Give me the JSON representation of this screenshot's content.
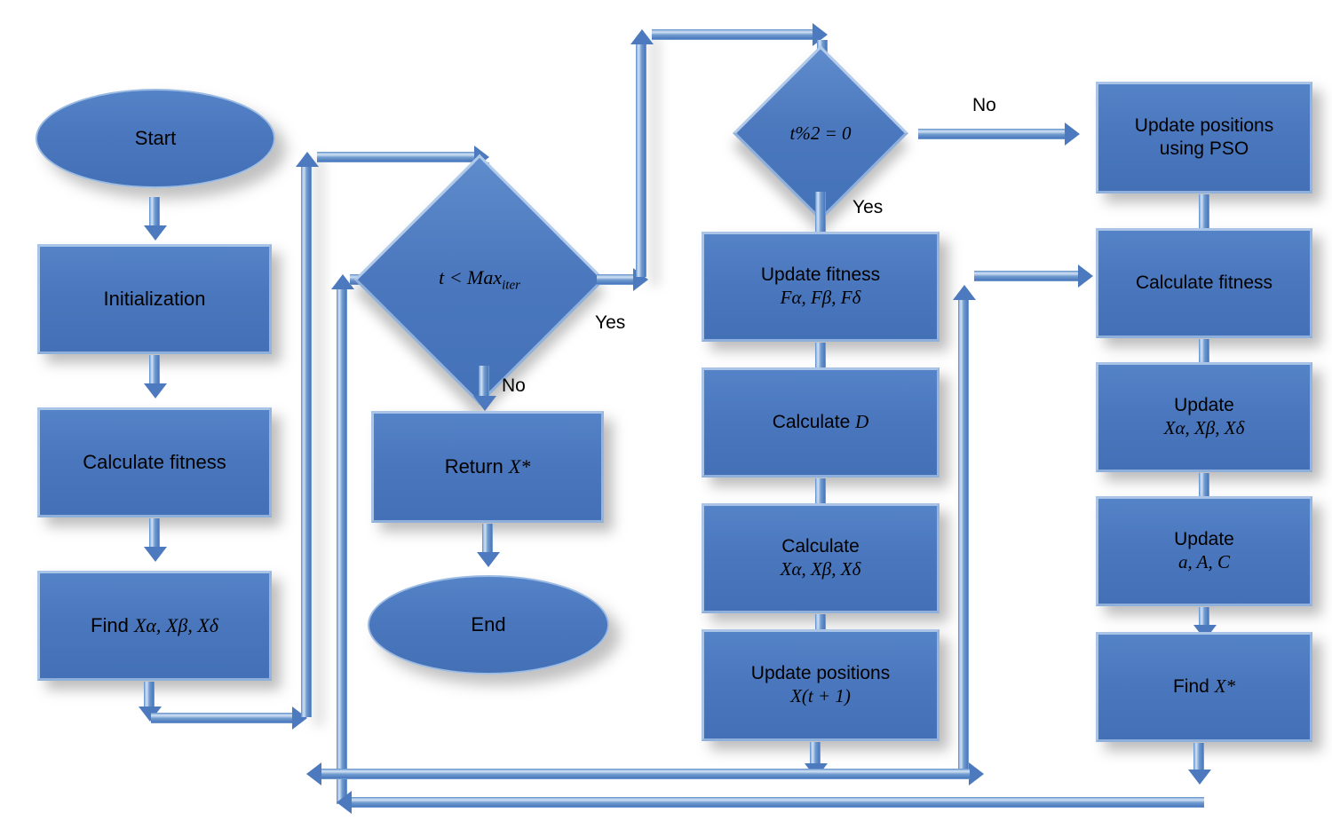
{
  "diagram": {
    "title": "Hybrid GWO-PSO algorithm flowchart",
    "accent_color": "#4a77bd",
    "arrow_color": "#4d7abf",
    "background": "#ffffff",
    "nodes": [
      {
        "id": "start",
        "shape": "ellipse",
        "label": "Start"
      },
      {
        "id": "initialization",
        "shape": "process",
        "label": "Initialization"
      },
      {
        "id": "calc_fitness_l",
        "shape": "process",
        "label": "Calculate fitness"
      },
      {
        "id": "find_xabd",
        "shape": "process",
        "label_pre": "Find ",
        "label_math": "Xα, Xβ, Xδ"
      },
      {
        "id": "t_lt_max",
        "shape": "decision",
        "label": "t < Max",
        "label_sub": "iter"
      },
      {
        "id": "return_xstar",
        "shape": "process",
        "label_pre": "Return ",
        "label_math": "X*"
      },
      {
        "id": "end",
        "shape": "ellipse",
        "label": "End"
      },
      {
        "id": "t_mod_2",
        "shape": "decision",
        "label": "t%2 = 0"
      },
      {
        "id": "update_fitness",
        "shape": "process",
        "line1": "Update fitness",
        "line2": "Fα, Fβ, Fδ"
      },
      {
        "id": "calculate_d",
        "shape": "process",
        "label_pre": "Calculate ",
        "label_math": "D"
      },
      {
        "id": "calculate_xabd",
        "shape": "process",
        "line1": "Calculate",
        "line2": "Xα, Xβ, Xδ"
      },
      {
        "id": "update_positions",
        "shape": "process",
        "line1": "Update positions",
        "line2": "X(t + 1)"
      },
      {
        "id": "update_pso",
        "shape": "process",
        "line1": "Update positions",
        "line2": "using PSO"
      },
      {
        "id": "calc_fitness_r",
        "shape": "process",
        "label": "Calculate fitness"
      },
      {
        "id": "update_xabd_r",
        "shape": "process",
        "line1": "Update",
        "line2": "Xα, Xβ, Xδ"
      },
      {
        "id": "update_aAC",
        "shape": "process",
        "line1": "Update",
        "line2": "a, A, C"
      },
      {
        "id": "find_xstar_r",
        "shape": "process",
        "label_pre": "Find ",
        "label_math": "X*"
      }
    ],
    "labels": {
      "start": "Start",
      "initialization": "Initialization",
      "calculate_fitness": "Calculate fitness",
      "find_pre": "Find",
      "find_math": "Xα, Xβ, Xδ",
      "t_lt_max_main": "t < Max",
      "t_lt_max_sub": "iter",
      "return_pre": "Return",
      "x_star": "X*",
      "end": "End",
      "t_mod_two": "t%2 = 0",
      "update_fitness_l1": "Update fitness",
      "update_fitness_l2": "Fα, Fβ, Fδ",
      "calculate_pre": "Calculate",
      "capital_d": "D",
      "calculate_l1": "Calculate",
      "calculate_l2": "Xα, Xβ, Xδ",
      "update_positions_l1": "Update positions",
      "update_positions_l2": "X(t + 1)",
      "update_pso_l1": "Update positions",
      "update_pso_l2": "using PSO",
      "update_l1": "Update",
      "update_xabd_l2": "Xα, Xβ, Xδ",
      "update_aAC_l2": "a, A, C",
      "find_x_star_pre": "Find"
    },
    "edge_labels": {
      "yes_t_lt_max": "Yes",
      "no_t_lt_max": "No",
      "yes_t_mod_two": "Yes",
      "no_t_mod_two": "No"
    }
  }
}
